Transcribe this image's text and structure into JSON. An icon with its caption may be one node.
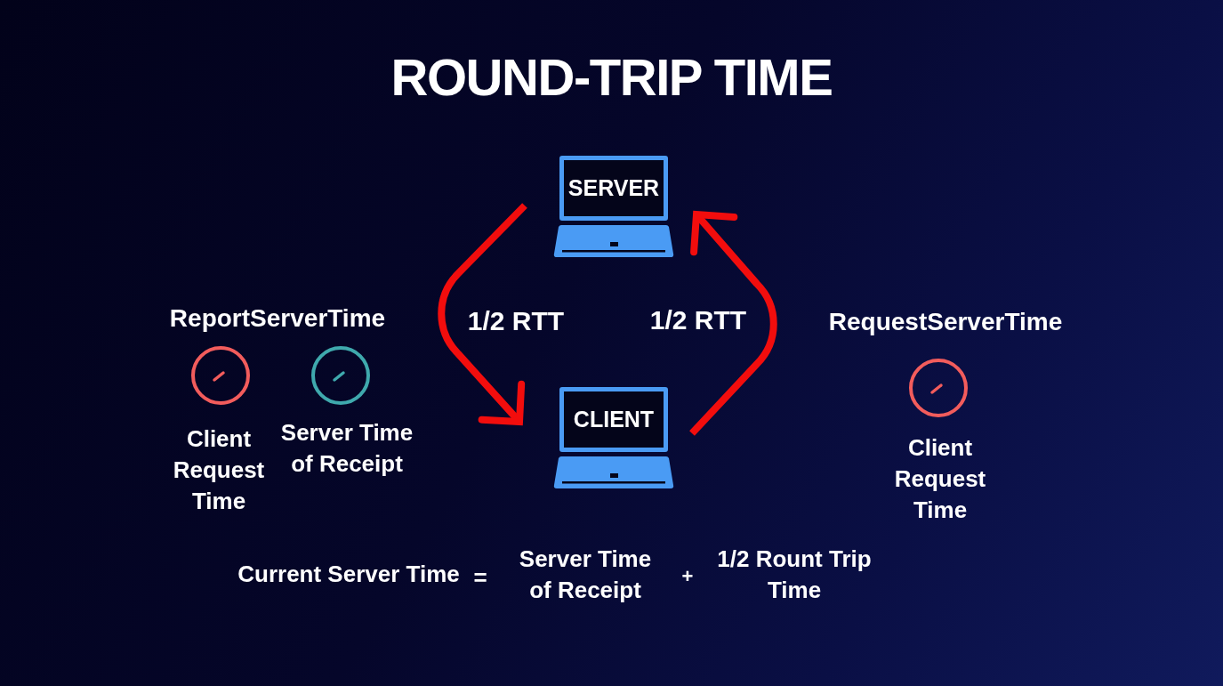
{
  "diagram": {
    "title": "ROUND-TRIP TIME",
    "nodes": [
      {
        "text": [
          "SERVER"
        ]
      },
      {
        "text": [
          "CLIENT"
        ]
      }
    ],
    "edges": [
      {
        "from": 0,
        "to": 1,
        "arrow": "to",
        "label": "1/2 RTT"
      },
      {
        "from": 1,
        "to": 0,
        "arrow": "to",
        "label": "1/2 RTT"
      }
    ],
    "labels": [
      "ReportServerTime",
      "RequestServerTime",
      "Client Request Time",
      "Server Time of Receipt",
      "Client Request Time",
      "Current Server Time",
      "=",
      "Server Time of Receipt",
      "+",
      "1/2 Rount Trip Time"
    ]
  }
}
